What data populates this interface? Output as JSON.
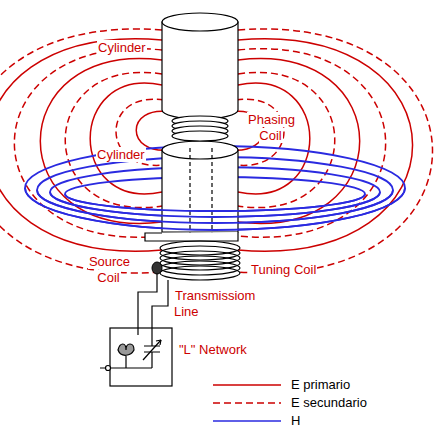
{
  "diagram": {
    "labels": [
      "Cylinder",
      "Phasing Coil",
      "Cylinder",
      "Source Coil",
      "Tuning Coil",
      "Transmissiom Line",
      "\"L\" Network"
    ],
    "legend": [
      {
        "text": "E primario"
      },
      {
        "text": "E secundario"
      },
      {
        "text": "H"
      }
    ]
  }
}
